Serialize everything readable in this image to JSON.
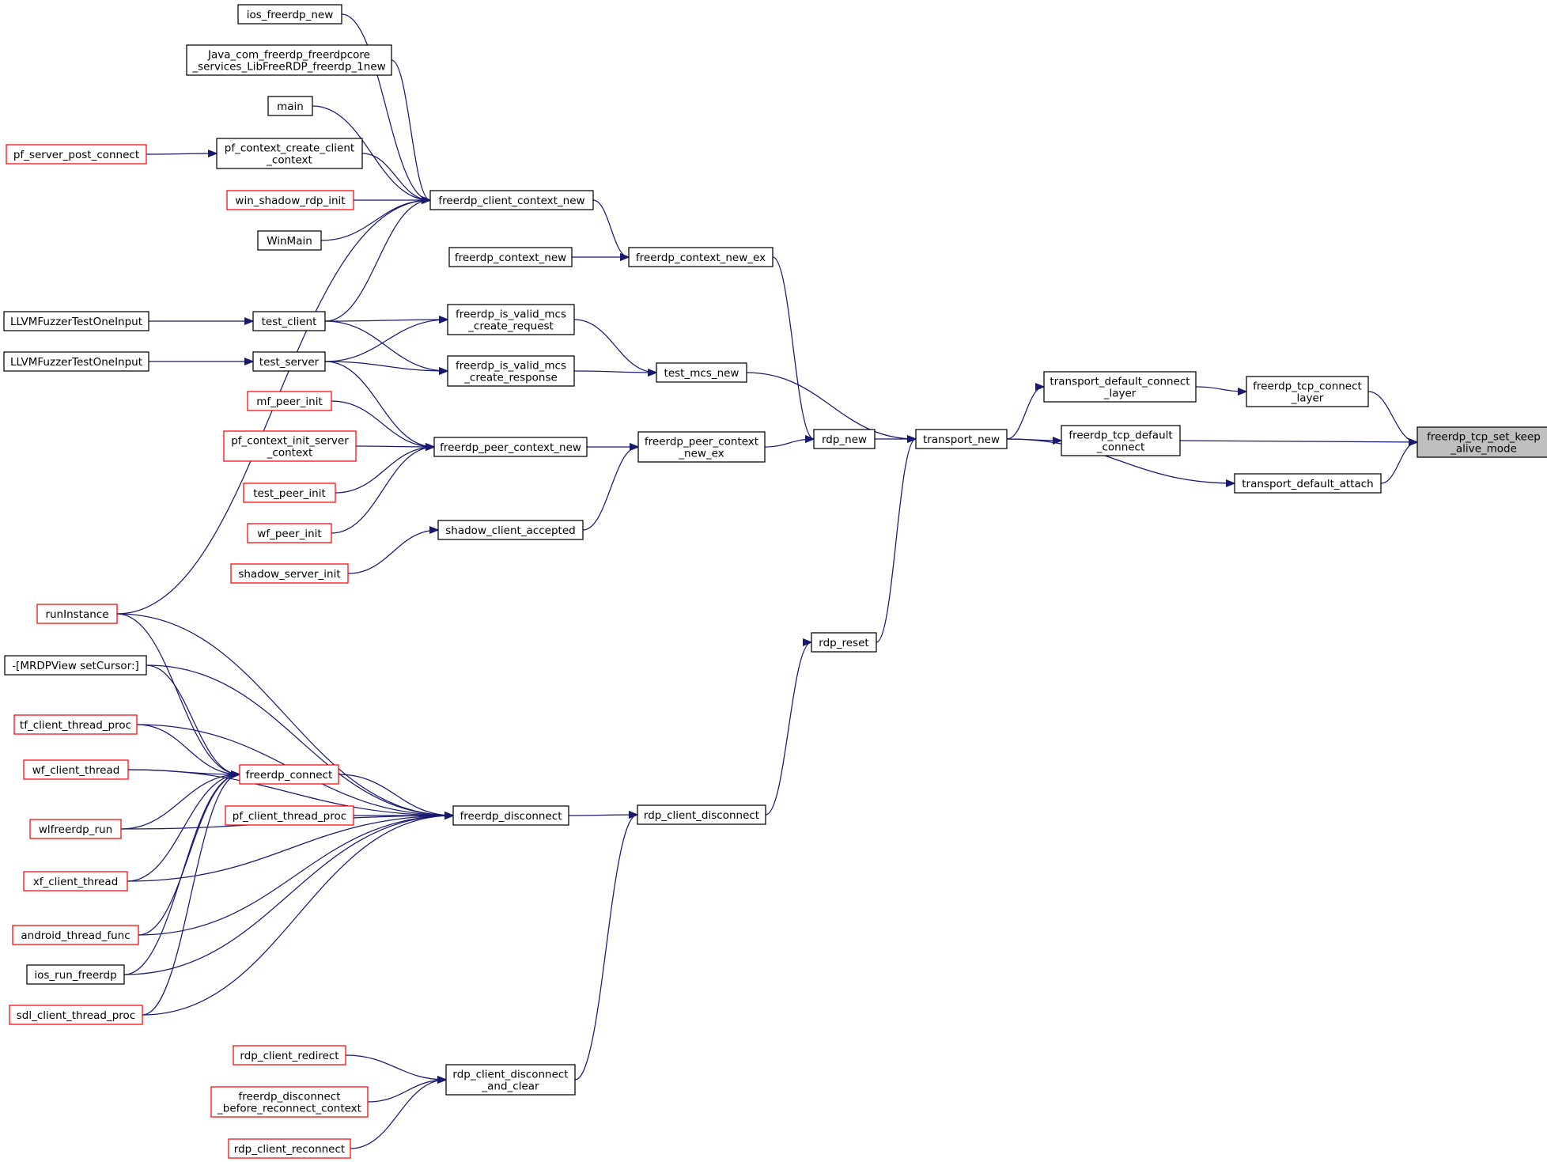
{
  "diagram": {
    "colors": {
      "edge": "#191970",
      "normal_border": "#000000",
      "truncated_border": "#ff0000",
      "current_fill": "#bfbfbf"
    },
    "nodes": [
      {
        "id": "target",
        "lines": [
          "freerdp_tcp_set_keep",
          "_alive_mode"
        ],
        "style": "current"
      },
      {
        "id": "tcp_connect_layer",
        "lines": [
          "freerdp_tcp_connect",
          "_layer"
        ],
        "style": "normal"
      },
      {
        "id": "tcp_default_connect",
        "lines": [
          "freerdp_tcp_default",
          "_connect"
        ],
        "style": "normal"
      },
      {
        "id": "transport_default_attach",
        "lines": [
          "transport_default_attach"
        ],
        "style": "normal"
      },
      {
        "id": "transport_default_connect_layer",
        "lines": [
          "transport_default_connect",
          "_layer"
        ],
        "style": "normal"
      },
      {
        "id": "transport_new",
        "lines": [
          "transport_new"
        ],
        "style": "normal"
      },
      {
        "id": "rdp_new",
        "lines": [
          "rdp_new"
        ],
        "style": "normal"
      },
      {
        "id": "test_mcs_new",
        "lines": [
          "test_mcs_new"
        ],
        "style": "normal"
      },
      {
        "id": "rdp_reset",
        "lines": [
          "rdp_reset"
        ],
        "style": "normal"
      },
      {
        "id": "context_new_ex",
        "lines": [
          "freerdp_context_new_ex"
        ],
        "style": "normal"
      },
      {
        "id": "peer_context_new_ex",
        "lines": [
          "freerdp_peer_context",
          "_new_ex"
        ],
        "style": "normal"
      },
      {
        "id": "rdp_client_disconnect",
        "lines": [
          "rdp_client_disconnect"
        ],
        "style": "normal"
      },
      {
        "id": "client_context_new",
        "lines": [
          "freerdp_client_context_new"
        ],
        "style": "normal"
      },
      {
        "id": "context_new",
        "lines": [
          "freerdp_context_new"
        ],
        "style": "normal"
      },
      {
        "id": "valid_mcs_request",
        "lines": [
          "freerdp_is_valid_mcs",
          "_create_request"
        ],
        "style": "normal"
      },
      {
        "id": "valid_mcs_response",
        "lines": [
          "freerdp_is_valid_mcs",
          "_create_response"
        ],
        "style": "normal"
      },
      {
        "id": "peer_context_new",
        "lines": [
          "freerdp_peer_context_new"
        ],
        "style": "normal"
      },
      {
        "id": "shadow_client_accepted",
        "lines": [
          "shadow_client_accepted"
        ],
        "style": "normal"
      },
      {
        "id": "freerdp_disconnect",
        "lines": [
          "freerdp_disconnect"
        ],
        "style": "normal"
      },
      {
        "id": "rdp_client_disconnect_and_clear",
        "lines": [
          "rdp_client_disconnect",
          "_and_clear"
        ],
        "style": "normal"
      },
      {
        "id": "ios_freerdp_new",
        "lines": [
          "ios_freerdp_new"
        ],
        "style": "normal"
      },
      {
        "id": "java_new",
        "lines": [
          "Java_com_freerdp_freerdpcore",
          "_services_LibFreeRDP_freerdp_1new"
        ],
        "style": "normal"
      },
      {
        "id": "main",
        "lines": [
          "main"
        ],
        "style": "normal"
      },
      {
        "id": "pf_context_create_client",
        "lines": [
          "pf_context_create_client",
          "_context"
        ],
        "style": "normal"
      },
      {
        "id": "win_shadow_rdp_init",
        "lines": [
          "win_shadow_rdp_init"
        ],
        "style": "red"
      },
      {
        "id": "winmain",
        "lines": [
          "WinMain"
        ],
        "style": "normal"
      },
      {
        "id": "test_client",
        "lines": [
          "test_client"
        ],
        "style": "normal"
      },
      {
        "id": "test_server",
        "lines": [
          "test_server"
        ],
        "style": "normal"
      },
      {
        "id": "mf_peer_init",
        "lines": [
          "mf_peer_init"
        ],
        "style": "red"
      },
      {
        "id": "pf_context_init_server",
        "lines": [
          "pf_context_init_server",
          "_context"
        ],
        "style": "red"
      },
      {
        "id": "test_peer_init",
        "lines": [
          "test_peer_init"
        ],
        "style": "red"
      },
      {
        "id": "wf_peer_init",
        "lines": [
          "wf_peer_init"
        ],
        "style": "red"
      },
      {
        "id": "shadow_server_init",
        "lines": [
          "shadow_server_init"
        ],
        "style": "red"
      },
      {
        "id": "freerdp_connect",
        "lines": [
          "freerdp_connect"
        ],
        "style": "red"
      },
      {
        "id": "pf_client_thread_proc",
        "lines": [
          "pf_client_thread_proc"
        ],
        "style": "red"
      },
      {
        "id": "rdp_client_redirect",
        "lines": [
          "rdp_client_redirect"
        ],
        "style": "red"
      },
      {
        "id": "disconnect_before_reconnect",
        "lines": [
          "freerdp_disconnect",
          "_before_reconnect_context"
        ],
        "style": "red"
      },
      {
        "id": "rdp_client_reconnect",
        "lines": [
          "rdp_client_reconnect"
        ],
        "style": "red"
      },
      {
        "id": "pf_server_post_connect",
        "lines": [
          "pf_server_post_connect"
        ],
        "style": "red"
      },
      {
        "id": "llvm_1",
        "lines": [
          "LLVMFuzzerTestOneInput"
        ],
        "style": "normal"
      },
      {
        "id": "llvm_2",
        "lines": [
          "LLVMFuzzerTestOneInput"
        ],
        "style": "normal"
      },
      {
        "id": "runinstance",
        "lines": [
          "runInstance"
        ],
        "style": "red"
      },
      {
        "id": "mrdpview",
        "lines": [
          "-[MRDPView setCursor:]"
        ],
        "style": "normal"
      },
      {
        "id": "tf_client_thread_proc",
        "lines": [
          "tf_client_thread_proc"
        ],
        "style": "red"
      },
      {
        "id": "wf_client_thread",
        "lines": [
          "wf_client_thread"
        ],
        "style": "red"
      },
      {
        "id": "wlfreerdp_run",
        "lines": [
          "wlfreerdp_run"
        ],
        "style": "red"
      },
      {
        "id": "xf_client_thread",
        "lines": [
          "xf_client_thread"
        ],
        "style": "red"
      },
      {
        "id": "android_thread_func",
        "lines": [
          "android_thread_func"
        ],
        "style": "red"
      },
      {
        "id": "ios_run_freerdp",
        "lines": [
          "ios_run_freerdp"
        ],
        "style": "normal"
      },
      {
        "id": "sdl_client_thread_proc",
        "lines": [
          "sdl_client_thread_proc"
        ],
        "style": "red"
      }
    ],
    "edges": [
      {
        "from": "tcp_connect_layer",
        "to": "target"
      },
      {
        "from": "tcp_default_connect",
        "to": "target"
      },
      {
        "from": "transport_default_attach",
        "to": "target"
      },
      {
        "from": "transport_default_connect_layer",
        "to": "tcp_connect_layer"
      },
      {
        "from": "transport_new",
        "to": "transport_default_connect_layer"
      },
      {
        "from": "transport_new",
        "to": "tcp_default_connect"
      },
      {
        "from": "transport_new",
        "to": "transport_default_attach"
      },
      {
        "from": "rdp_new",
        "to": "transport_new"
      },
      {
        "from": "test_mcs_new",
        "to": "transport_new"
      },
      {
        "from": "rdp_reset",
        "to": "transport_new"
      },
      {
        "from": "context_new_ex",
        "to": "rdp_new"
      },
      {
        "from": "peer_context_new_ex",
        "to": "rdp_new"
      },
      {
        "from": "rdp_client_disconnect",
        "to": "rdp_reset"
      },
      {
        "from": "client_context_new",
        "to": "context_new_ex"
      },
      {
        "from": "context_new",
        "to": "context_new_ex"
      },
      {
        "from": "valid_mcs_request",
        "to": "test_mcs_new"
      },
      {
        "from": "valid_mcs_response",
        "to": "test_mcs_new"
      },
      {
        "from": "peer_context_new",
        "to": "peer_context_new_ex"
      },
      {
        "from": "shadow_client_accepted",
        "to": "peer_context_new_ex"
      },
      {
        "from": "freerdp_disconnect",
        "to": "rdp_client_disconnect"
      },
      {
        "from": "rdp_client_disconnect_and_clear",
        "to": "rdp_client_disconnect"
      },
      {
        "from": "ios_freerdp_new",
        "to": "client_context_new"
      },
      {
        "from": "java_new",
        "to": "client_context_new"
      },
      {
        "from": "main",
        "to": "client_context_new"
      },
      {
        "from": "pf_context_create_client",
        "to": "client_context_new"
      },
      {
        "from": "win_shadow_rdp_init",
        "to": "client_context_new"
      },
      {
        "from": "winmain",
        "to": "client_context_new"
      },
      {
        "from": "test_client",
        "to": "client_context_new"
      },
      {
        "from": "runinstance",
        "to": "client_context_new"
      },
      {
        "from": "test_client",
        "to": "valid_mcs_request"
      },
      {
        "from": "test_server",
        "to": "valid_mcs_request"
      },
      {
        "from": "test_client",
        "to": "valid_mcs_response"
      },
      {
        "from": "test_server",
        "to": "valid_mcs_response"
      },
      {
        "from": "test_server",
        "to": "peer_context_new"
      },
      {
        "from": "mf_peer_init",
        "to": "peer_context_new"
      },
      {
        "from": "pf_context_init_server",
        "to": "peer_context_new"
      },
      {
        "from": "test_peer_init",
        "to": "peer_context_new"
      },
      {
        "from": "wf_peer_init",
        "to": "peer_context_new"
      },
      {
        "from": "shadow_server_init",
        "to": "shadow_client_accepted"
      },
      {
        "from": "freerdp_connect",
        "to": "freerdp_disconnect"
      },
      {
        "from": "pf_client_thread_proc",
        "to": "freerdp_disconnect"
      },
      {
        "from": "runinstance",
        "to": "freerdp_disconnect"
      },
      {
        "from": "mrdpview",
        "to": "freerdp_disconnect"
      },
      {
        "from": "tf_client_thread_proc",
        "to": "freerdp_disconnect"
      },
      {
        "from": "wf_client_thread",
        "to": "freerdp_disconnect"
      },
      {
        "from": "wlfreerdp_run",
        "to": "freerdp_disconnect"
      },
      {
        "from": "xf_client_thread",
        "to": "freerdp_disconnect"
      },
      {
        "from": "android_thread_func",
        "to": "freerdp_disconnect"
      },
      {
        "from": "ios_run_freerdp",
        "to": "freerdp_disconnect"
      },
      {
        "from": "sdl_client_thread_proc",
        "to": "freerdp_disconnect"
      },
      {
        "from": "rdp_client_redirect",
        "to": "rdp_client_disconnect_and_clear"
      },
      {
        "from": "disconnect_before_reconnect",
        "to": "rdp_client_disconnect_and_clear"
      },
      {
        "from": "rdp_client_reconnect",
        "to": "rdp_client_disconnect_and_clear"
      },
      {
        "from": "pf_server_post_connect",
        "to": "pf_context_create_client"
      },
      {
        "from": "llvm_1",
        "to": "test_client"
      },
      {
        "from": "llvm_2",
        "to": "test_server"
      },
      {
        "from": "runinstance",
        "to": "freerdp_connect"
      },
      {
        "from": "mrdpview",
        "to": "freerdp_connect"
      },
      {
        "from": "tf_client_thread_proc",
        "to": "freerdp_connect"
      },
      {
        "from": "wf_client_thread",
        "to": "freerdp_connect"
      },
      {
        "from": "wlfreerdp_run",
        "to": "freerdp_connect"
      },
      {
        "from": "xf_client_thread",
        "to": "freerdp_connect"
      },
      {
        "from": "android_thread_func",
        "to": "freerdp_connect"
      },
      {
        "from": "ios_run_freerdp",
        "to": "freerdp_connect"
      },
      {
        "from": "sdl_client_thread_proc",
        "to": "freerdp_connect"
      }
    ]
  }
}
